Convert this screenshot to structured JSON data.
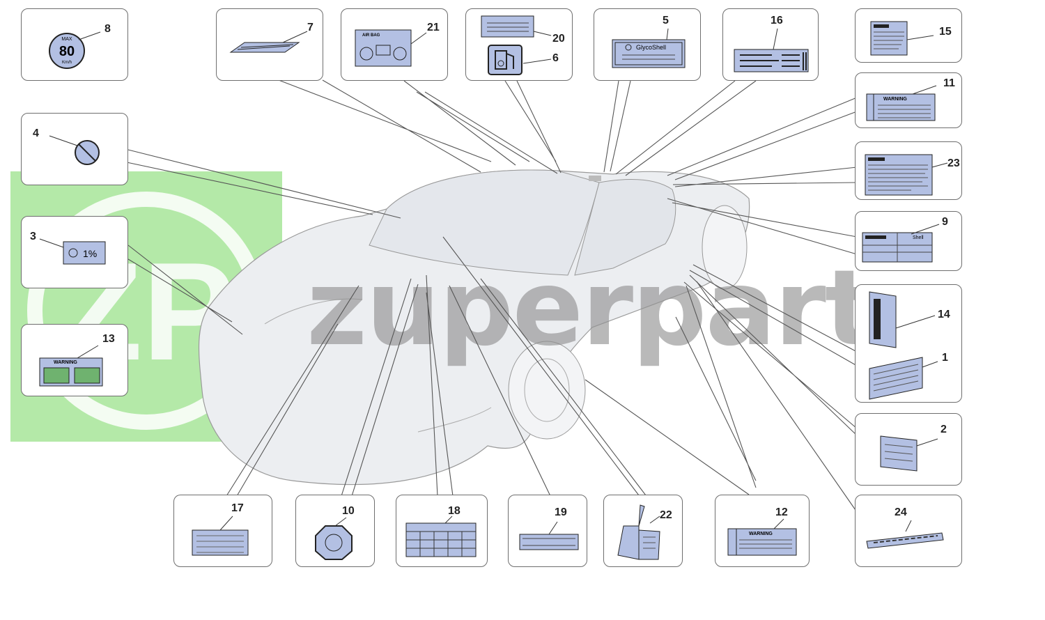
{
  "watermark": {
    "text": "zuperparts",
    "logo_text": "ZP",
    "logo_color": "#9fe38f"
  },
  "parts": [
    {
      "id": "8"
    },
    {
      "id": "7"
    },
    {
      "id": "21"
    },
    {
      "id": "20"
    },
    {
      "id": "6"
    },
    {
      "id": "5"
    },
    {
      "id": "16"
    },
    {
      "id": "15"
    },
    {
      "id": "4"
    },
    {
      "id": "11"
    },
    {
      "id": "23"
    },
    {
      "id": "3"
    },
    {
      "id": "9"
    },
    {
      "id": "14"
    },
    {
      "id": "1"
    },
    {
      "id": "13"
    },
    {
      "id": "2"
    },
    {
      "id": "17"
    },
    {
      "id": "10"
    },
    {
      "id": "18"
    },
    {
      "id": "19"
    },
    {
      "id": "22"
    },
    {
      "id": "12"
    },
    {
      "id": "24"
    }
  ],
  "labels": {
    "speed_max": "MAX",
    "speed_value": "80",
    "speed_unit": "Km/h",
    "glycoshell": "GlycoShell",
    "airbag": "AIR BAG",
    "headlight_pct": "1%",
    "warning": "WARNING",
    "shell": "Shell"
  },
  "colors": {
    "label_fill": "#b3c0e3",
    "line": "#555555",
    "car": "#eceef1"
  }
}
